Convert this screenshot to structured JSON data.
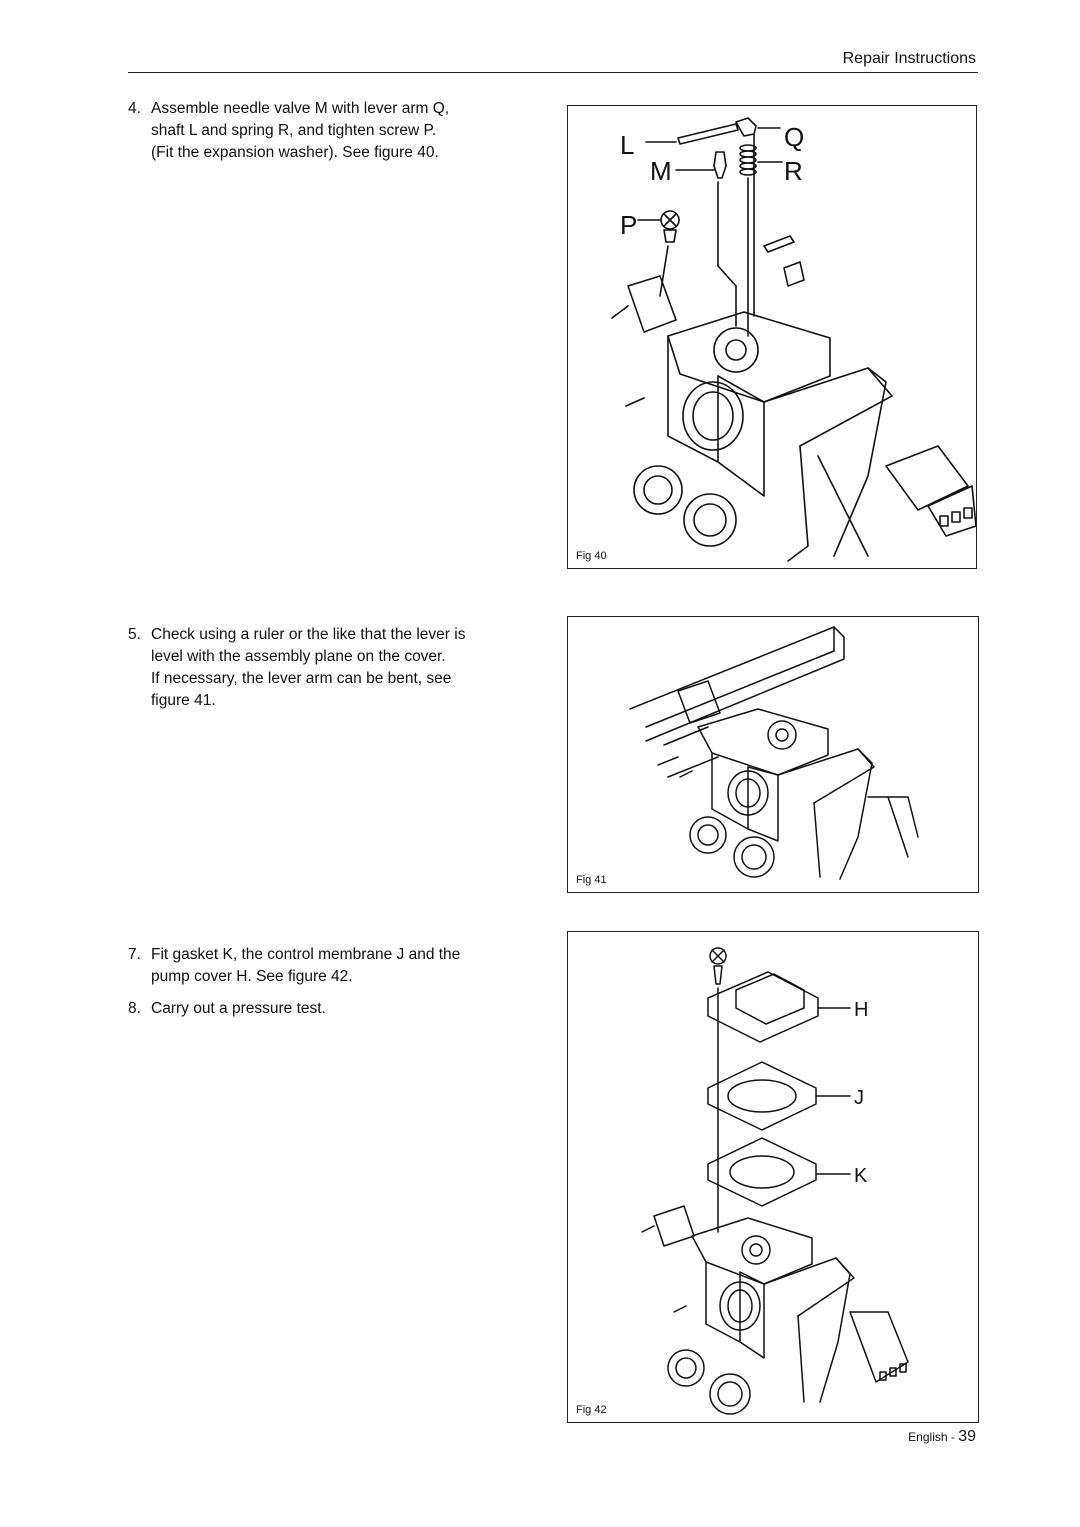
{
  "header": {
    "title": "Repair Instructions"
  },
  "steps": [
    {
      "num": "4.",
      "lines": [
        "Assemble needle valve M with lever arm Q,",
        "shaft L and spring R, and tighten screw P.",
        "(Fit the expansion washer). See figure 40."
      ]
    },
    {
      "num": "5.",
      "lines": [
        "Check using a ruler or the like that the lever is",
        "level with the assembly plane on the cover.",
        "If necessary, the lever arm can be bent, see",
        "figure 41."
      ]
    },
    {
      "num": "7.",
      "lines": [
        "Fit gasket K, the control membrane J and the",
        "pump cover H. See figure 42."
      ]
    },
    {
      "num": "8.",
      "lines": [
        "Carry out a pressure test."
      ]
    }
  ],
  "figures": [
    {
      "caption": "Fig 40",
      "callouts": {
        "L": "L",
        "Q": "Q",
        "M": "M",
        "R": "R",
        "P": "P"
      }
    },
    {
      "caption": "Fig 41"
    },
    {
      "caption": "Fig 42",
      "callouts": {
        "H": "H",
        "J": "J",
        "K": "K"
      }
    }
  ],
  "footer": {
    "language": "English - ",
    "page": "39"
  }
}
